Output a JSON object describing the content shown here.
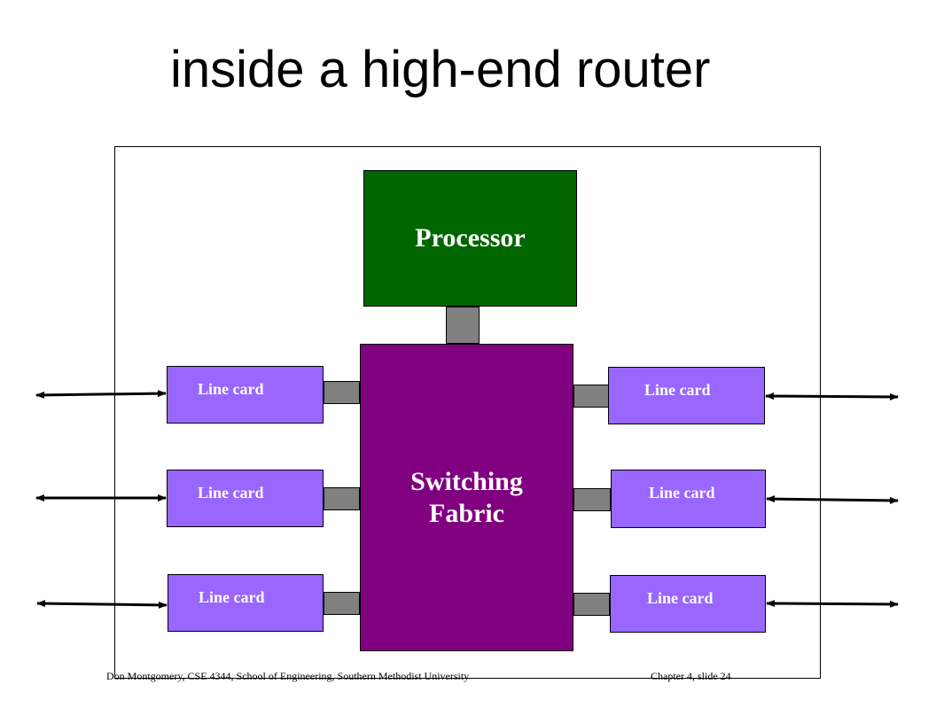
{
  "title": "inside a high-end router",
  "processor_label": "Processor",
  "fabric_label_line1": "Switching",
  "fabric_label_line2": "Fabric",
  "line_cards": [
    {
      "label": "Line card"
    },
    {
      "label": "Line card"
    },
    {
      "label": "Line card"
    },
    {
      "label": "Line card"
    },
    {
      "label": "Line card"
    },
    {
      "label": "Line card"
    }
  ],
  "footer": {
    "left": "Don Montgomery, CSE 4344, School of Engineering, Southern Methodist University",
    "right": "Chapter 4, slide  24"
  },
  "colors": {
    "processor": "#006600",
    "fabric": "#800080",
    "line_card": "#9966ff",
    "connector": "#808080"
  }
}
